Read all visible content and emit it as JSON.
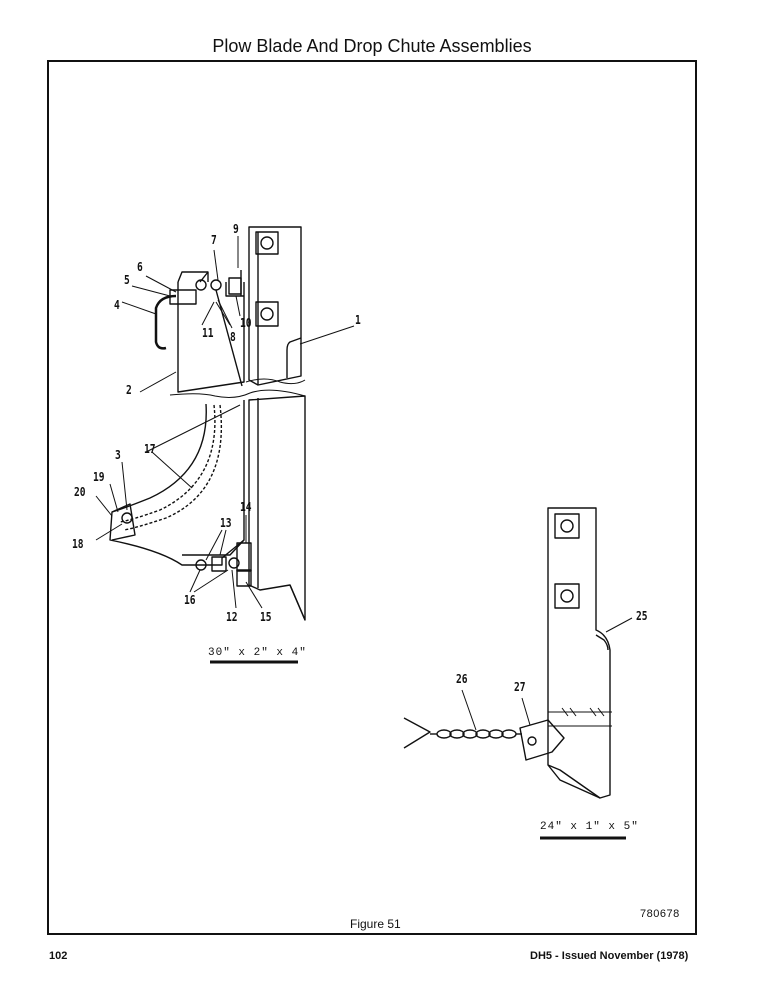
{
  "page": {
    "title": "Plow Blade And Drop Chute Assemblies",
    "figure_caption": "Figure 51",
    "drawing_code": "780678",
    "page_number": "102",
    "footer": "DH5 - Issued November (1978)"
  },
  "left_assembly": {
    "dimension_label": "30\" x 2\" x 4\"",
    "callouts": [
      "1",
      "2",
      "3",
      "4",
      "5",
      "6",
      "7",
      "8",
      "9",
      "10",
      "11",
      "12",
      "13",
      "14",
      "15",
      "16",
      "17",
      "18",
      "19",
      "20"
    ]
  },
  "right_assembly": {
    "dimension_label": "24\" x 1\" x 5\"",
    "callouts": [
      "25",
      "26",
      "27"
    ]
  }
}
